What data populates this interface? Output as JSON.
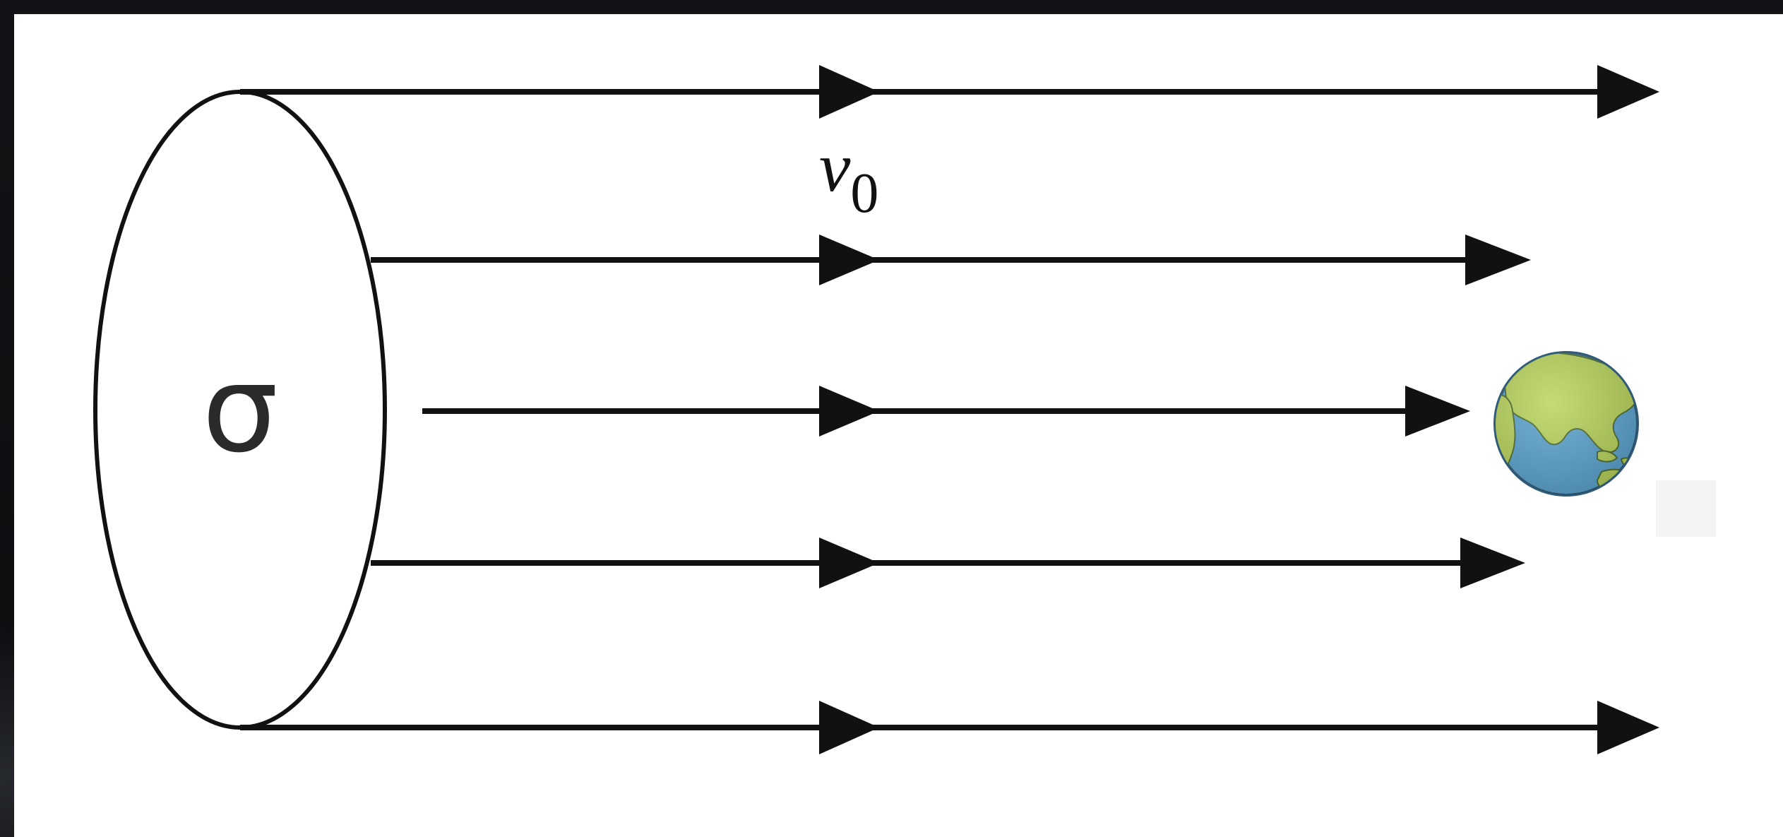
{
  "diagram": {
    "cross_section_symbol": "σ",
    "velocity_symbol": "v",
    "velocity_subscript": "0",
    "arrow_count": 5,
    "target_icon": "earth-globe-icon",
    "colors": {
      "lines": "#111111",
      "background": "#ffffff",
      "ocean": "#5aa3cf",
      "land": "#b7d35a"
    }
  }
}
